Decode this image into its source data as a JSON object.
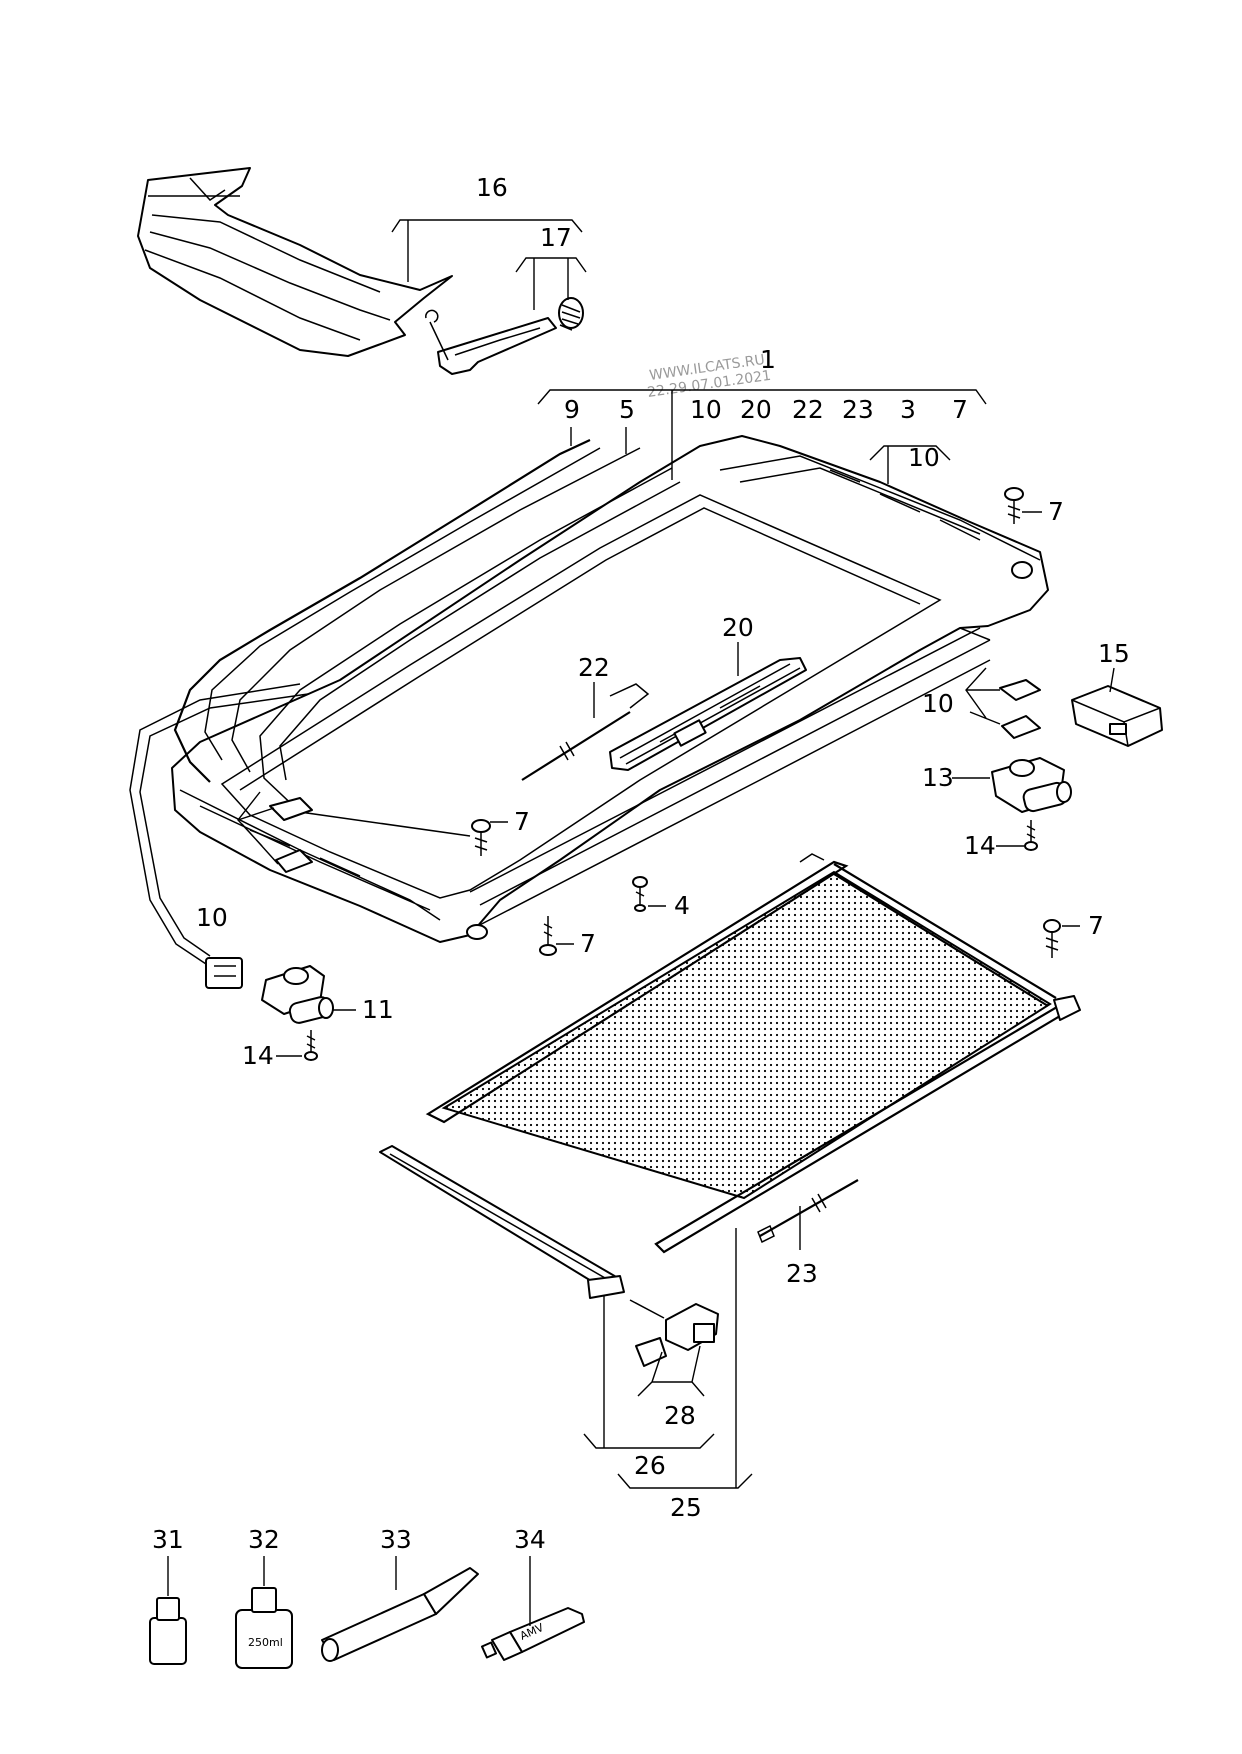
{
  "watermark": [
    "WWW.ILCATS.RU",
    "22.29.07.01.2021"
  ],
  "callouts": {
    "c1": "1",
    "c9": "9",
    "c5": "5",
    "c10a": "10",
    "c20a": "20",
    "c22a": "22",
    "c23a": "23",
    "c3": "3",
    "c7a": "7",
    "c10b": "10",
    "c7b": "7",
    "c16": "16",
    "c17": "17",
    "c20": "20",
    "c22": "22",
    "c15": "15",
    "c10c": "10",
    "c13": "13",
    "c14a": "14",
    "c7c": "7",
    "c4": "4",
    "c7d": "7",
    "c7e": "7",
    "c10d": "10",
    "c11": "11",
    "c14b": "14",
    "c23b": "23",
    "c28": "28",
    "c26": "26",
    "c25": "25",
    "c31": "31",
    "c32": "32",
    "c33": "33",
    "c34": "34"
  },
  "labels": {
    "bottle_volume": "250ml",
    "tube_brand": "AMV"
  }
}
